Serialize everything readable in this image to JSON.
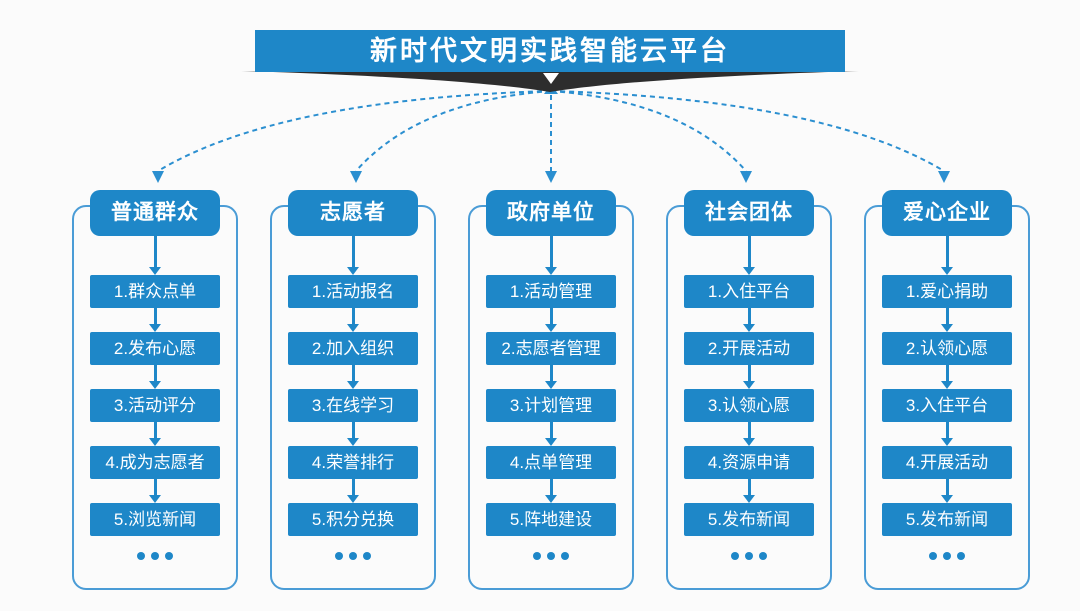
{
  "title": "新时代文明实践智能云平台",
  "ellipsis": "...",
  "colors": {
    "primary_blue": "#1e87c8",
    "outline_blue": "#4a9cd6",
    "connector_blue": "#2b8fd0",
    "ribbon_dark": "#2d2d2d",
    "background": "#fbfbfb",
    "text_on_primary": "#ffffff"
  },
  "columns": [
    {
      "header": "普通群众",
      "steps": [
        "1.群众点单",
        "2.发布心愿",
        "3.活动评分",
        "4.成为志愿者",
        "5.浏览新闻"
      ]
    },
    {
      "header": "志愿者",
      "steps": [
        "1.活动报名",
        "2.加入组织",
        "3.在线学习",
        "4.荣誉排行",
        "5.积分兑换"
      ]
    },
    {
      "header": "政府单位",
      "steps": [
        "1.活动管理",
        "2.志愿者管理",
        "3.计划管理",
        "4.点单管理",
        "5.阵地建设"
      ]
    },
    {
      "header": "社会团体",
      "steps": [
        "1.入住平台",
        "2.开展活动",
        "3.认领心愿",
        "4.资源申请",
        "5.发布新闻"
      ]
    },
    {
      "header": "爱心企业",
      "steps": [
        "1.爱心捐助",
        "2.认领心愿",
        "3.入住平台",
        "4.开展活动",
        "5.发布新闻"
      ]
    }
  ]
}
